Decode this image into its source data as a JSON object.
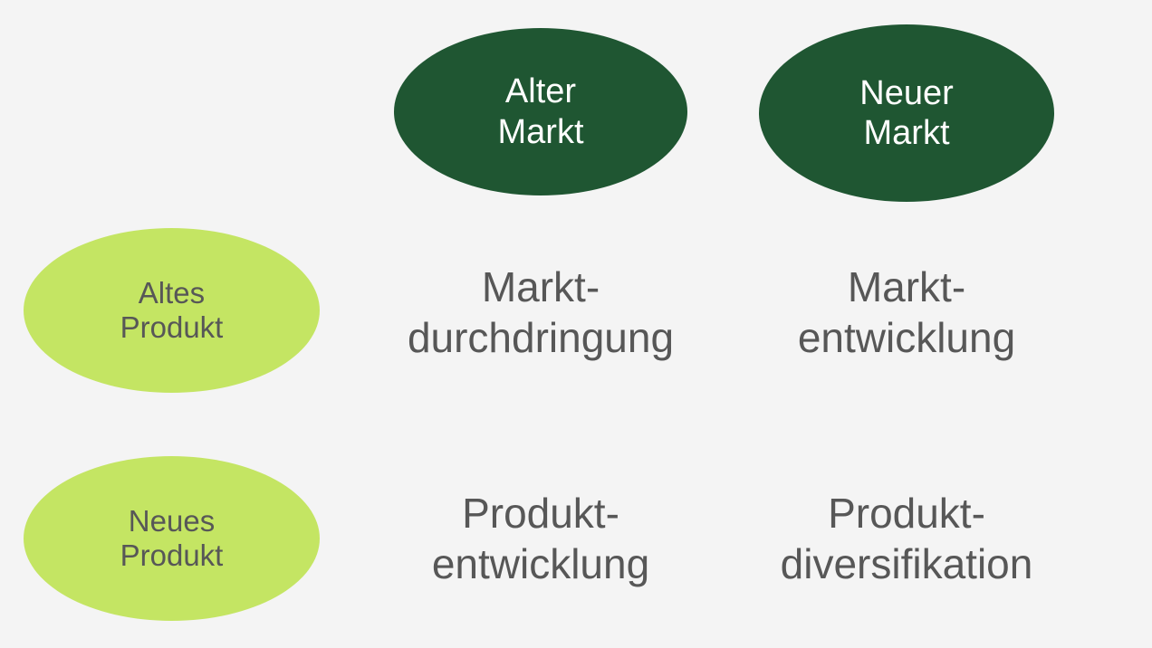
{
  "diagram": {
    "type": "ansoff-matrix",
    "language": "de",
    "background_color": "#f4f4f4",
    "colors": {
      "market_ellipse_fill": "#1f5632",
      "market_ellipse_text": "#ffffff",
      "product_ellipse_fill": "#c4e563",
      "product_ellipse_text": "#575757",
      "quadrant_text": "#575757"
    },
    "column_headers": [
      {
        "id": "alter-markt",
        "label": "Alter\nMarkt",
        "line1": "Alter",
        "line2": "Markt"
      },
      {
        "id": "neuer-markt",
        "label": "Neuer\nMarkt",
        "line1": "Neuer",
        "line2": "Markt"
      }
    ],
    "row_headers": [
      {
        "id": "altes-produkt",
        "label": "Altes\nProdukt",
        "line1": "Altes",
        "line2": "Produkt"
      },
      {
        "id": "neues-produkt",
        "label": "Neues\nProdukt",
        "line1": "Neues",
        "line2": "Produkt"
      }
    ],
    "quadrants": [
      {
        "id": "market-penetration",
        "row": "altes-produkt",
        "column": "alter-markt",
        "label": "Markt-\ndurchdringung"
      },
      {
        "id": "market-development",
        "row": "altes-produkt",
        "column": "neuer-markt",
        "label": "Markt-\nentwicklung"
      },
      {
        "id": "product-development",
        "row": "neues-produkt",
        "column": "alter-markt",
        "label": "Produkt-\nentwicklung"
      },
      {
        "id": "product-diversification",
        "row": "neues-produkt",
        "column": "neuer-markt",
        "label": "Produkt-\ndiversifikation"
      }
    ]
  }
}
